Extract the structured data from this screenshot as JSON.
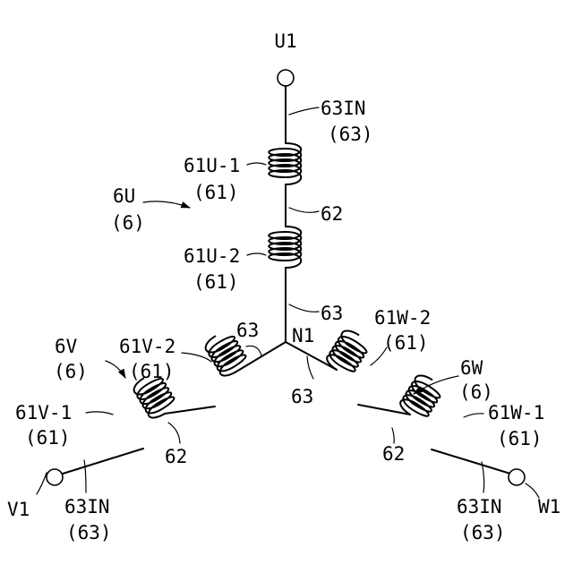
{
  "labels": {
    "u1": "U1",
    "u_lead": "63IN",
    "u_lead_ref": "(63)",
    "u_coil1": "61U-1",
    "u_coil1_ref": "(61)",
    "u_phase": "6U",
    "u_phase_ref": "(6)",
    "u_bridge": "62",
    "u_coil2": "61U-2",
    "u_coil2_ref": "(61)",
    "u_neutral_wire": "63",
    "neutral": "N1",
    "v_neutral_wire": "63",
    "w_neutral_wire": "63",
    "v_phase": "6V",
    "v_phase_ref": "(6)",
    "v_coil2": "61V-2",
    "v_coil2_ref": "(61)",
    "v_coil1": "61V-1",
    "v_coil1_ref": "(61)",
    "v_bridge": "62",
    "v1": "V1",
    "v_lead": "63IN",
    "v_lead_ref": "(63)",
    "w_coil2": "61W-2",
    "w_coil2_ref": "(61)",
    "w_phase": "6W",
    "w_phase_ref": "(6)",
    "w_coil1": "61W-1",
    "w_coil1_ref": "(61)",
    "w_bridge": "62",
    "w_lead": "63IN",
    "w_lead_ref": "(63)",
    "w1": "W1"
  }
}
